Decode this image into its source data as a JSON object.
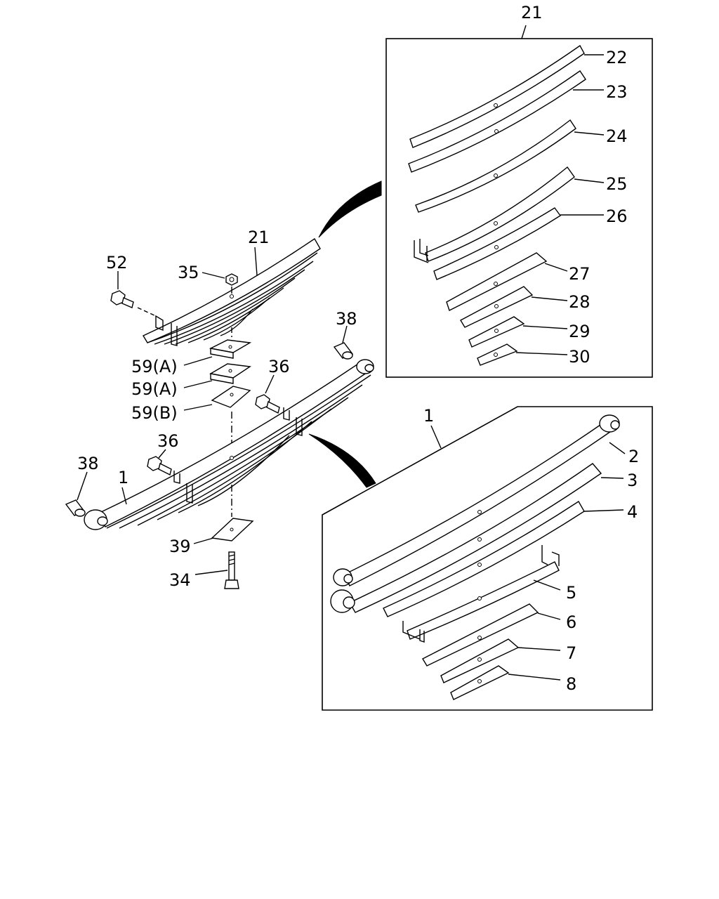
{
  "labels": {
    "box_top": "21",
    "p22": "22",
    "p23": "23",
    "p24": "24",
    "p25": "25",
    "p26": "26",
    "p27": "27",
    "p28": "28",
    "p29": "29",
    "p30": "30",
    "box_bottom": "1",
    "p2": "2",
    "p3": "3",
    "p4": "4",
    "p5": "5",
    "p6": "6",
    "p7": "7",
    "p8": "8",
    "main_21": "21",
    "p52": "52",
    "p35": "35",
    "p59a1": "59(A)",
    "p59a2": "59(A)",
    "p59b": "59(B)",
    "p36_right": "36",
    "p36_left": "36",
    "p38_right": "38",
    "p38_left": "38",
    "main_1": "1",
    "p39": "39",
    "p34": "34"
  }
}
